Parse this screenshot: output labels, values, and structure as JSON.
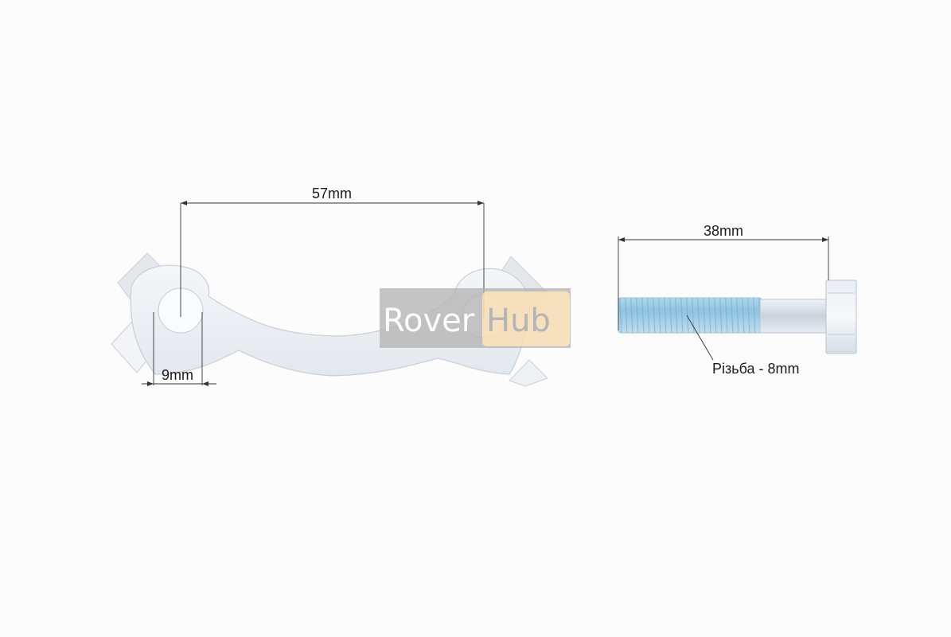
{
  "photo": {
    "subject": {
      "lock_plate": {
        "dimensions": {
          "hole_spacing": "57mm",
          "hole_diameter": "9mm"
        }
      },
      "bolt": {
        "dimensions": {
          "length": "38mm",
          "thread": "Різьба - 8mm"
        }
      }
    },
    "watermark": {
      "part1": "Rover",
      "part2": "Hub",
      "box_color": "#b4b4b4",
      "accent_color": "#fde2b8"
    },
    "colors": {
      "background": "#fcfcfc",
      "metal": "#eef1f5",
      "bolt_zinc": "#a8d4ea",
      "dimension_line": "#333333"
    }
  }
}
